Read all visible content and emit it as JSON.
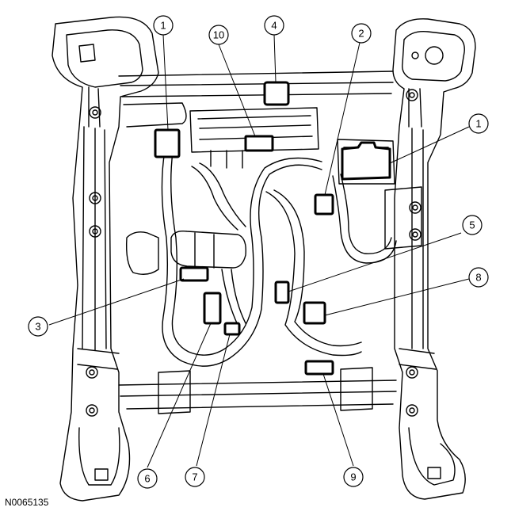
{
  "figure": {
    "code": "N0065135"
  },
  "callouts": [
    {
      "id": "c1a",
      "label": "1"
    },
    {
      "id": "c10",
      "label": "10"
    },
    {
      "id": "c4",
      "label": "4"
    },
    {
      "id": "c2",
      "label": "2"
    },
    {
      "id": "c1b",
      "label": "1"
    },
    {
      "id": "c5",
      "label": "5"
    },
    {
      "id": "c8",
      "label": "8"
    },
    {
      "id": "c3",
      "label": "3"
    },
    {
      "id": "c6",
      "label": "6"
    },
    {
      "id": "c7",
      "label": "7"
    },
    {
      "id": "c9",
      "label": "9"
    }
  ]
}
